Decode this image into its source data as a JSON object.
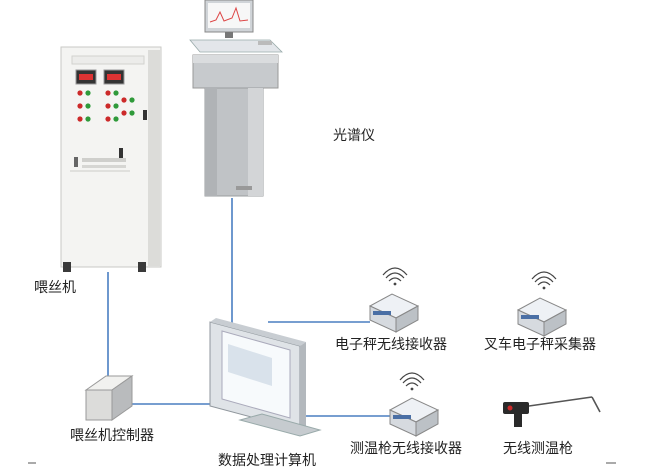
{
  "labels": {
    "spectrometer": "光谱仪",
    "wire_feeder": "喂丝机",
    "wire_feeder_controller": "喂丝机控制器",
    "data_computer": "数据处理计算机",
    "scale_receiver": "电子秤无线接收器",
    "forklift_scale_collector": "叉车电子秤采集器",
    "thermo_gun_receiver": "测温枪无线接收器",
    "wireless_thermo_gun": "无线测温枪"
  },
  "colors": {
    "connector": "#4a7fc1",
    "cabinet_body": "#f0f0ee",
    "panel_red": "#cc2a2a",
    "panel_green": "#2f9a3a"
  }
}
